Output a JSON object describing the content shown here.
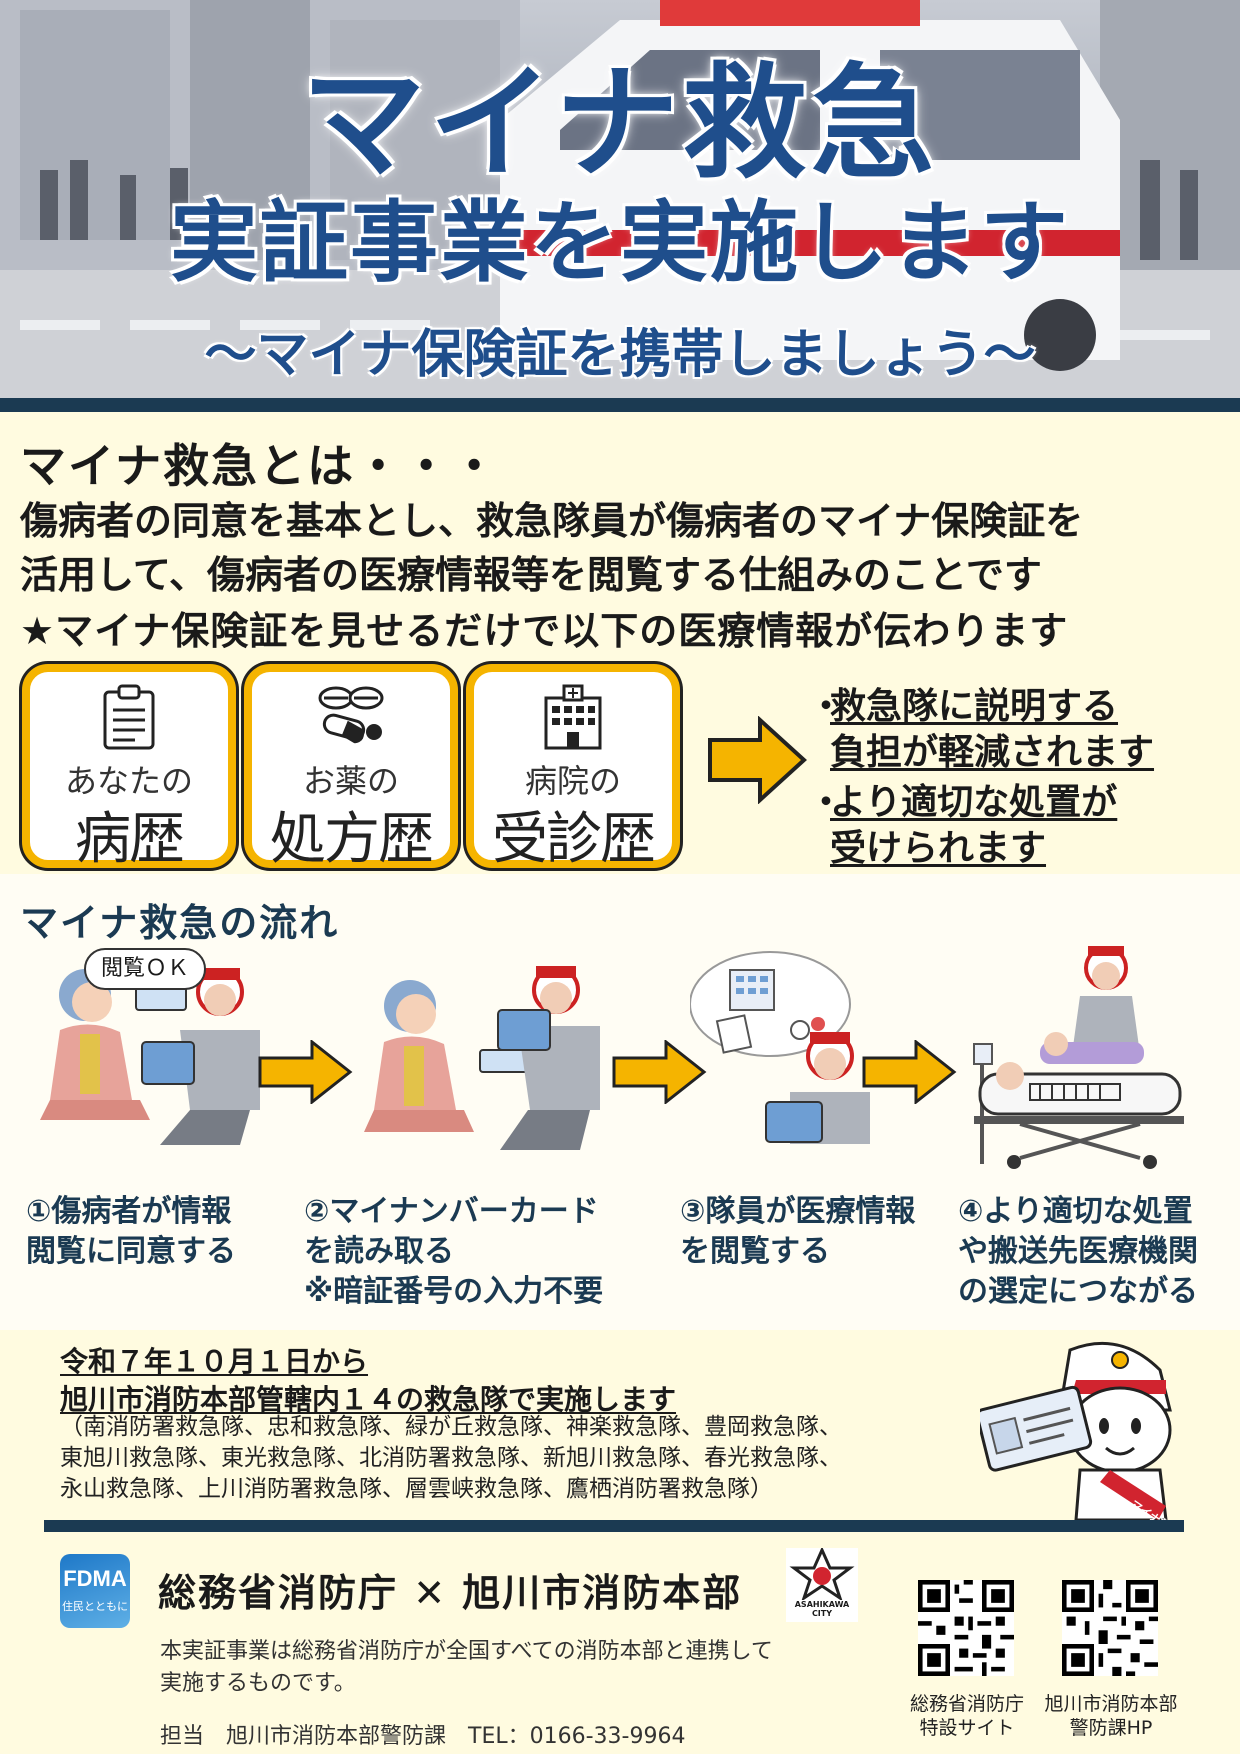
{
  "hero": {
    "title_main": "マイナ救急",
    "title_sub": "実証事業を実施します",
    "tagline": "～マイナ保険証を携帯しましょう～"
  },
  "about": {
    "heading": "マイナ救急とは・・・",
    "desc_line1": "傷病者の同意を基本とし、救急隊員が傷病者のマイナ保険証を",
    "desc_line2": "活用して、傷病者の医療情報等を閲覧する仕組みのことです",
    "star_line": "★マイナ保険証を見せるだけで以下の医療情報が伝わります",
    "cards": [
      {
        "small": "あなたの",
        "big": "病歴",
        "icon": "clipboard-icon"
      },
      {
        "small": "お薬の",
        "big": "処方歴",
        "icon": "pills-icon"
      },
      {
        "small": "病院の",
        "big": "受診歴",
        "icon": "hospital-icon"
      }
    ],
    "benefits": [
      {
        "line1": "救急隊に説明する",
        "line2": "負担が軽減されます"
      },
      {
        "line1": "より適切な処置が",
        "line2": "受けられます"
      }
    ],
    "bullet": "・"
  },
  "flow": {
    "heading": "マイナ救急の流れ",
    "speech": "閲覧ＯＫ",
    "steps": [
      {
        "l1": "①傷病者が情報",
        "l2": "閲覧に同意する",
        "l3": ""
      },
      {
        "l1": "②マイナンバーカード",
        "l2": "を読み取る",
        "l3": "※暗証番号の入力不要"
      },
      {
        "l1": "③隊員が医療情報",
        "l2": "を閲覧する",
        "l3": ""
      },
      {
        "l1": "④より適切な処置",
        "l2": "や搬送先医療機関",
        "l3": "の選定につながる"
      }
    ]
  },
  "schedule": {
    "date": "令和７年１０月１日から",
    "scope": "旭川市消防本部管轄内１４の救急隊で実施します",
    "teams_l1": "（南消防署救急隊、忠和救急隊、緑が丘救急隊、神楽救急隊、豊岡救急隊、",
    "teams_l2": "東旭川救急隊、東光救急隊、北消防署救急隊、新旭川救急隊、春光救急隊、",
    "teams_l3": "永山救急隊、上川消防署救急隊、層雲峡救急隊、鷹栖消防署救急隊）",
    "mascot_sash": "マイナ救急"
  },
  "footer": {
    "fdma_logo": "FDMA",
    "fdma_slogan": "住民とともに",
    "orgs": "総務省消防庁 ✕ 旭川市消防本部",
    "city_logo_name": "ASAHIKAWA CITY",
    "note_l1": "本実証事業は総務省消防庁が全国すべての消防本部と連携して",
    "note_l2": "実施するものです。",
    "contact": "担当　旭川市消防本部警防課　TEL：0166-33-9964",
    "qr1_l1": "総務省消防庁",
    "qr1_l2": "特設サイト",
    "qr2_l1": "旭川市消防本部",
    "qr2_l2": "警防課HP"
  },
  "colors": {
    "title_blue": "#1f4e8c",
    "navy": "#1b3a52",
    "accent_yellow": "#f5b400",
    "background": "#fffbe0"
  }
}
